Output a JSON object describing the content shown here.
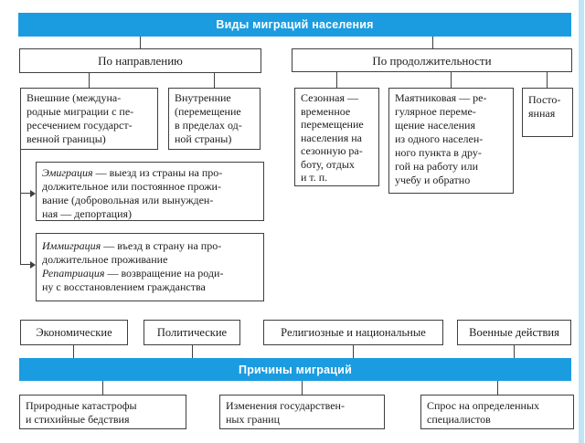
{
  "colors": {
    "accent": "#1b9ce0",
    "stripe": "#bfe4f5"
  },
  "header": {
    "title": "Виды миграций населения"
  },
  "direction": {
    "title": "По направлению",
    "external": "Внешние (междуна-\nродные миграции с пе-\nресечением государст-\nвенной границы)",
    "internal": "Внутренние\n(перемещение\nв пределах од-\nной страны)",
    "emigration_term": "Эмиграция",
    "emigration_text": " — выезд из страны на про-\nдолжительное или постоянное прожи-\nвание (добровольная или вынужден-\nная — депортация)",
    "immigration_term": "Иммиграция",
    "immigration_text": " — въезд в страну на про-\nдолжительное проживание\n",
    "repatriation_term": "Репатриация",
    "repatriation_text": " — возвращение на роди-\nну с восстановлением гражданства"
  },
  "duration": {
    "title": "По продолжительности",
    "seasonal": "Сезонная —\nвременное\nперемещение\nнаселения на\nсезонную ра-\nботу, отдых\nи т. п.",
    "pendulum": "Маятниковая — ре-\nгулярное переме-\nщение населения\nиз одного населен-\nного пункта в дру-\nгой на работу или\nучебу и обратно",
    "permanent": "Посто-\nянная"
  },
  "causes": {
    "title": "Причины миграций",
    "items": [
      "Экономические",
      "Политические",
      "Религиозные и национальные",
      "Военные действия"
    ],
    "examples": [
      "Природные катастрофы\nи стихийные бедствия",
      "Изменения государствен-\nных границ",
      "Спрос на определенных\nспециалистов"
    ]
  }
}
